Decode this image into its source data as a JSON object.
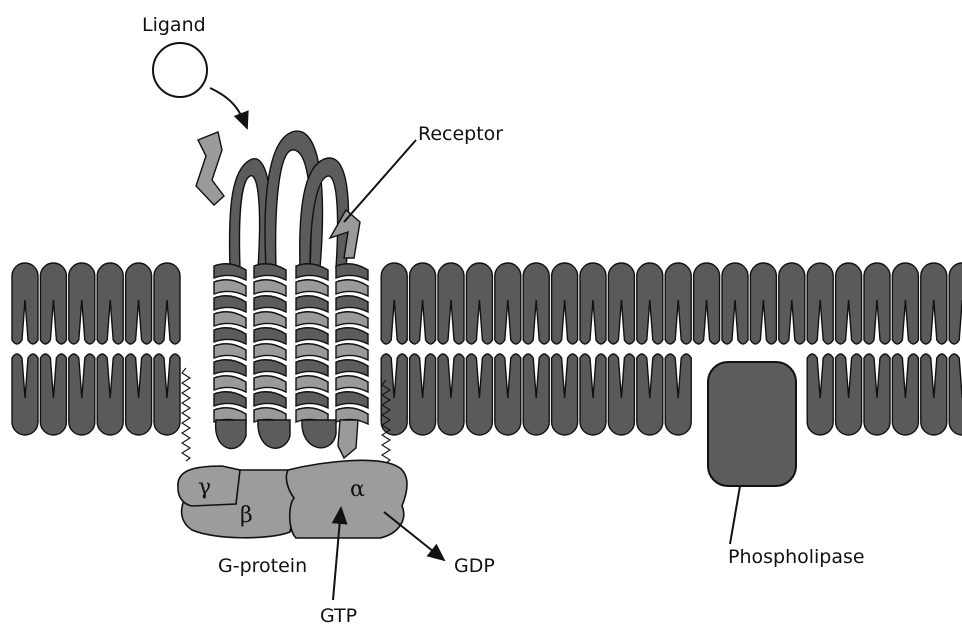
{
  "labels": {
    "ligand": "Ligand",
    "receptor": "Receptor",
    "gprotein": "G-protein",
    "gtp": "GTP",
    "gdp": "GDP",
    "phospholipase": "Phospholipase",
    "gamma": "γ",
    "beta": "β",
    "alpha": "α"
  },
  "colors": {
    "membrane_fill": "#5a5a5a",
    "gprotein_fill": "#9c9c9c",
    "outline": "#111111"
  }
}
